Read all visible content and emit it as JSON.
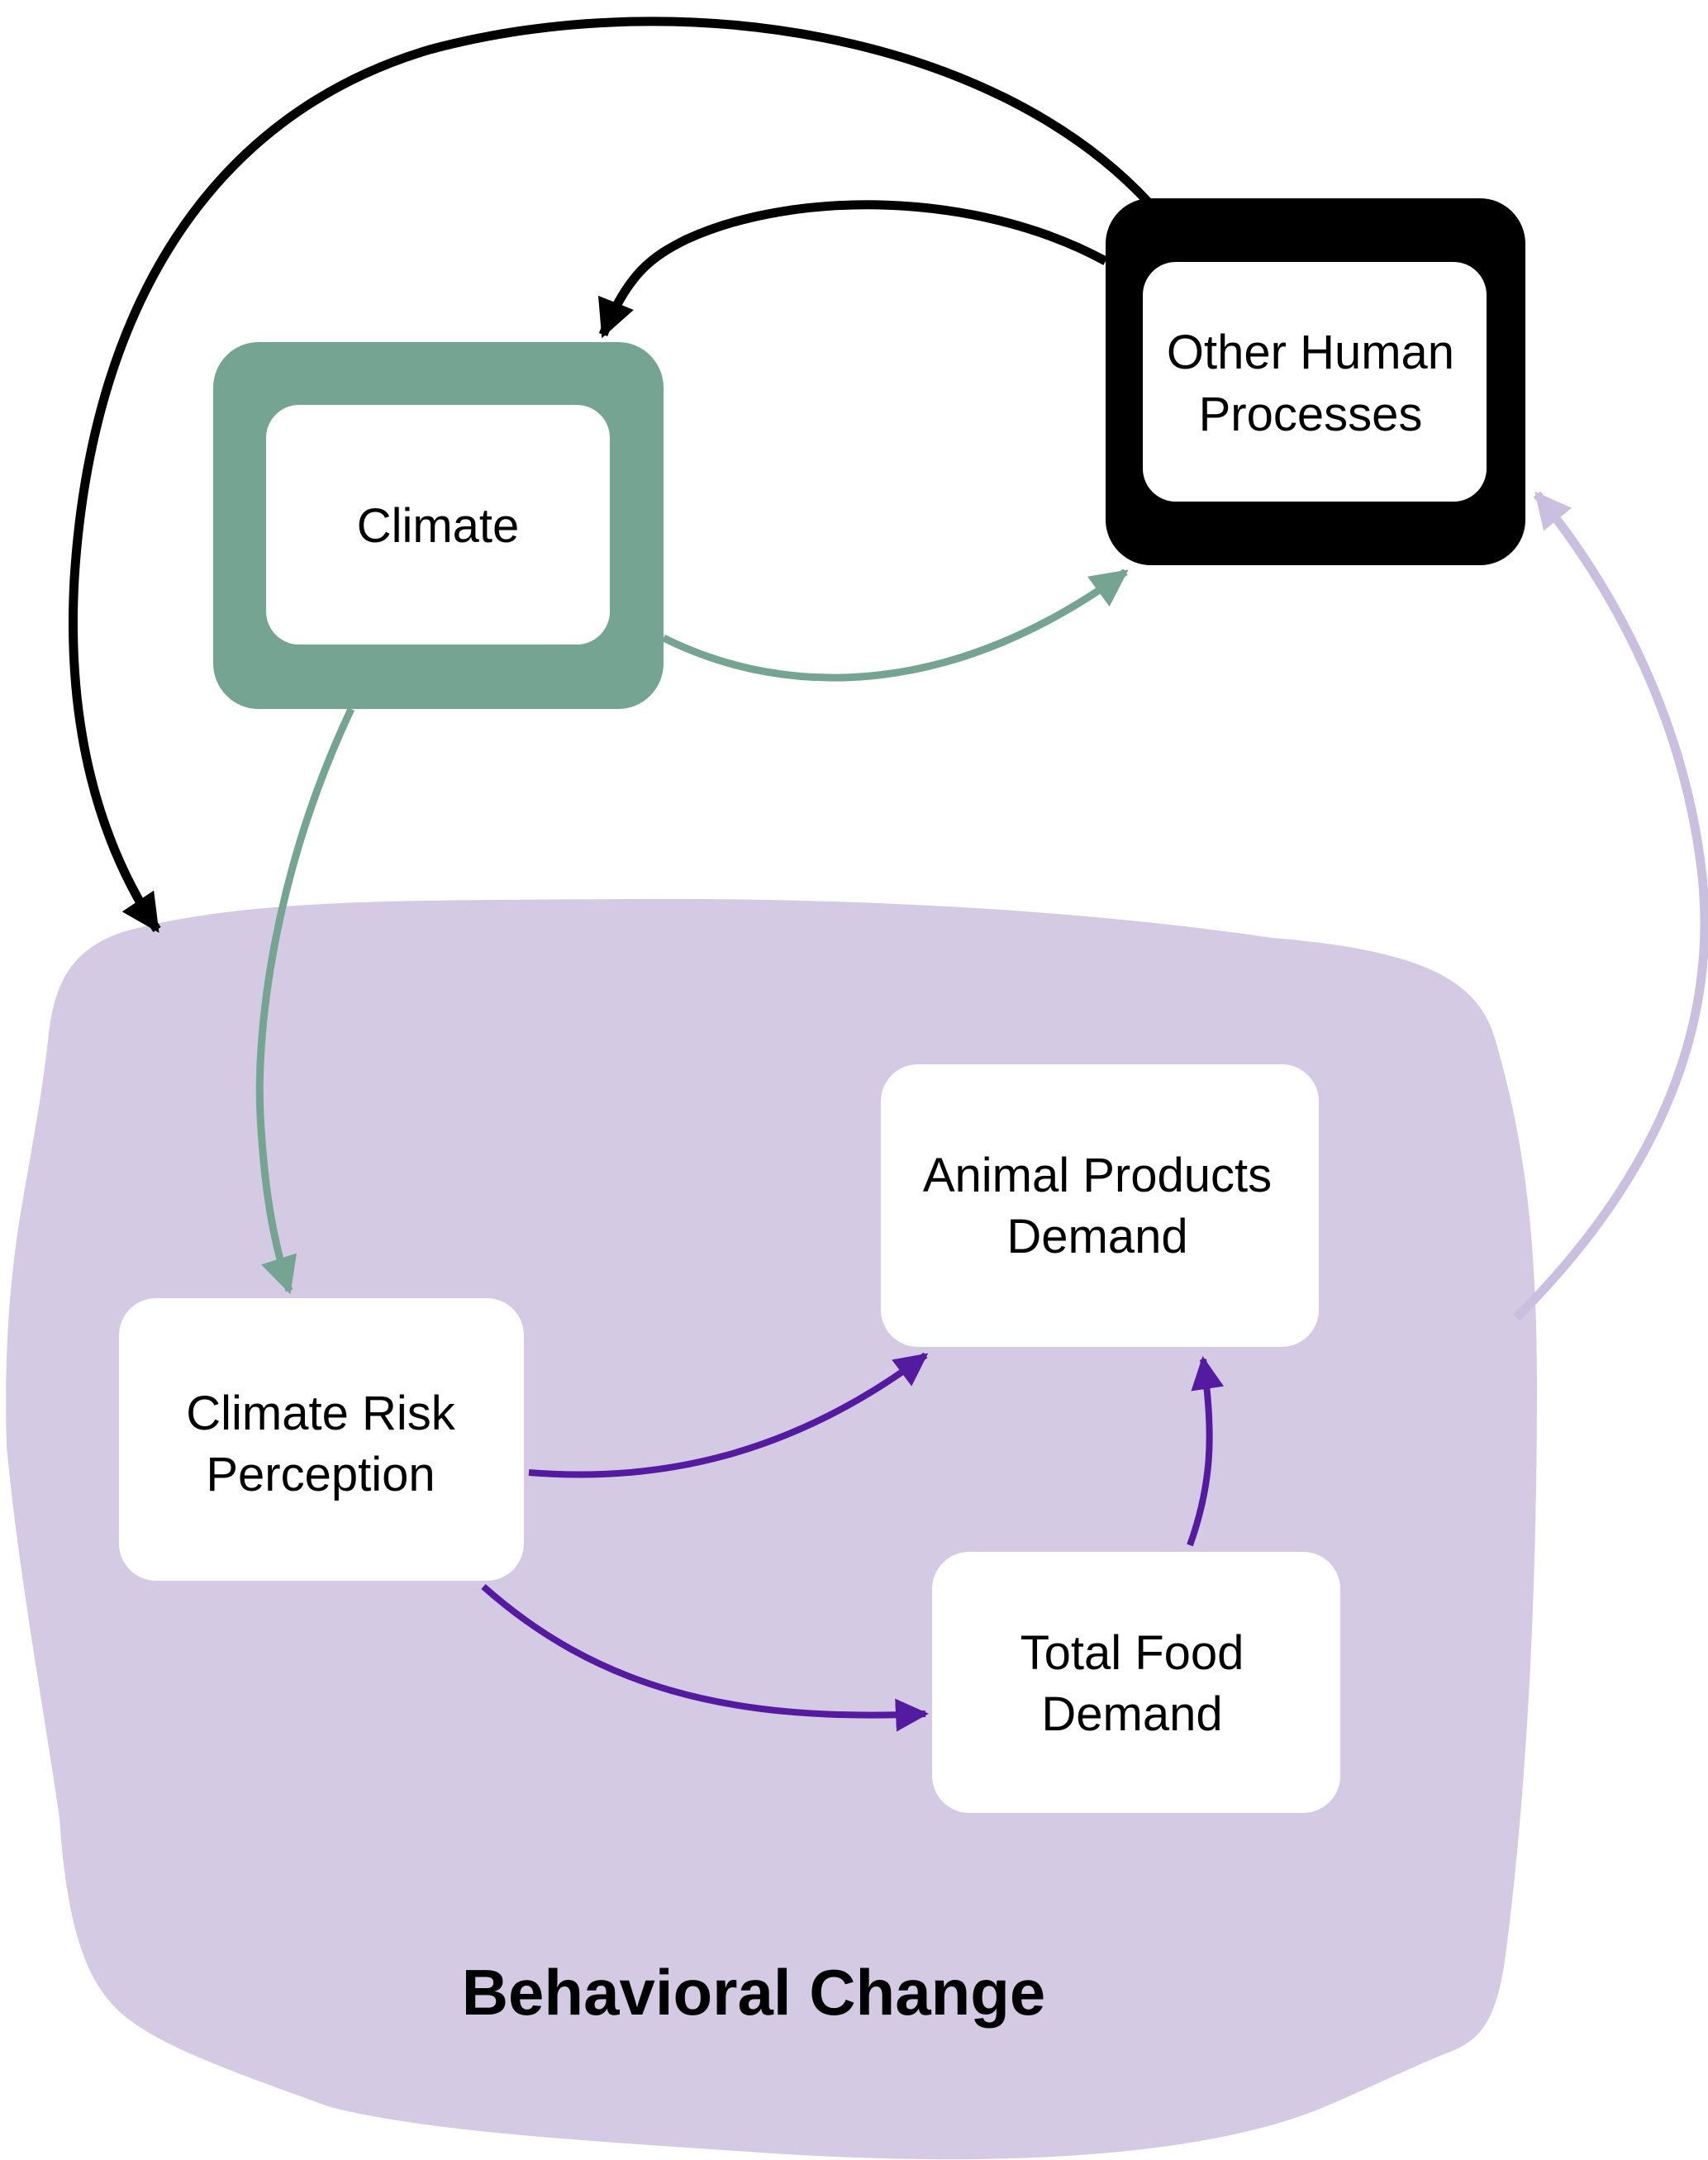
{
  "colors": {
    "climate": "#75a492",
    "other_human": "#000000",
    "behavioral_region": "#d4cae3",
    "behavioral_arrow": "#541ba0",
    "feedback_arrow": "#cbbfe0",
    "node_fill": "#ffffff"
  },
  "nodes": {
    "climate": {
      "lines": [
        "Climate"
      ]
    },
    "other_human": {
      "lines": [
        "Other Human",
        "Processes"
      ]
    },
    "climate_risk": {
      "lines": [
        "Climate Risk",
        "Perception"
      ]
    },
    "animal_products": {
      "lines": [
        "Animal Products",
        "Demand"
      ]
    },
    "total_food": {
      "lines": [
        "Total Food",
        "Demand"
      ]
    }
  },
  "region": {
    "label": "Behavioral Change"
  },
  "edges": [
    {
      "from": "Other Human Processes",
      "to": "Behavioral Change",
      "color": "black"
    },
    {
      "from": "Other Human Processes",
      "to": "Climate",
      "color": "black"
    },
    {
      "from": "Climate",
      "to": "Other Human Processes",
      "color": "green"
    },
    {
      "from": "Climate",
      "to": "Climate Risk Perception",
      "color": "green"
    },
    {
      "from": "Behavioral Change",
      "to": "Other Human Processes",
      "color": "light-purple"
    },
    {
      "from": "Climate Risk Perception",
      "to": "Animal Products Demand",
      "color": "purple"
    },
    {
      "from": "Climate Risk Perception",
      "to": "Total Food Demand",
      "color": "purple"
    },
    {
      "from": "Total Food Demand",
      "to": "Animal Products Demand",
      "color": "purple"
    }
  ]
}
